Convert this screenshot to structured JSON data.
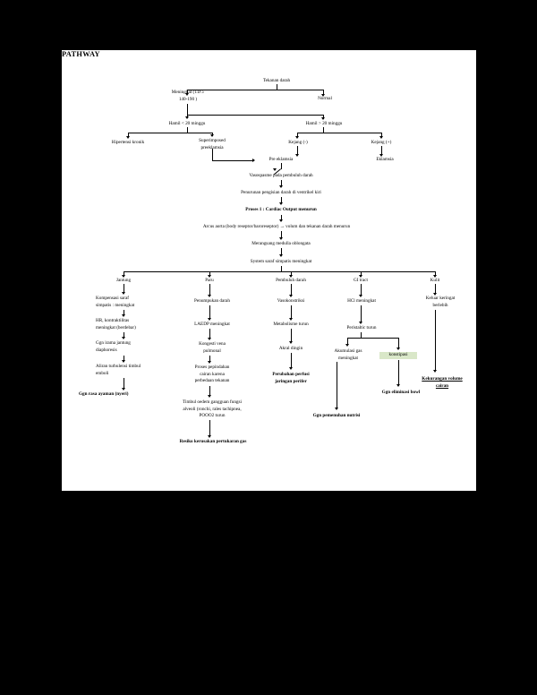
{
  "document": {
    "title": "PATHWAY",
    "page_background": "#000000",
    "sheet_background": "#ffffff",
    "highlight_color": "#d9e7c8"
  },
  "nodes": {
    "n01": "Tekanan darah",
    "n02": "Meningkat (TD ≥\n140-190 )",
    "n03": "Normal",
    "n04": "Hamil < 20 minggu",
    "n05": "Hamil > 20 minggu",
    "n06": "Hipertensi kronik",
    "n07": "Superimposed\npreeklamsia",
    "n08": "Kejang (-)",
    "n09": "Kejang (+)",
    "n10": "Pre eklamsia",
    "n11": "Eklamsia",
    "n12": "Vasospasme pada pembuluh darah",
    "n13": "Penurunan pengisian darah di ventrikel kiri",
    "n14": "Proses 1 : Cardiac Output  menurun",
    "n15": "Arcus aorta (body reseptor/baroreseptor) → volum dan tekanan darah menurun",
    "n16": "Merangsang medulla oblongata",
    "n17": "System saraf simpatis meningkat",
    "n18": "Jantung",
    "n19": "Paru",
    "n20": "Pembuluh darah",
    "n21": "GI tract",
    "n22": "Kulit",
    "n23": "Kompensasi saraf\nsimpatis : meningkat",
    "n24": "HR, kontraktilitas\nmeningkat (berdebar)",
    "n25": "Ggn irama jantung\ndiaphoresis",
    "n26": "Aliran turbulensi timbul\nemboli",
    "n27": "Ggn rasa ayaman (nyeri)",
    "n28": "Penumpukan darah",
    "n29": "LAEDP meningkat",
    "n30": "Kongesti vena\npulmonal",
    "n31": "Proses pepindahan\ncairan karena\nperbedaan tekanan",
    "n32": "Timbul oedem gangguan fungsi\nalveoli (ronchi, rales tachipnea,\nPOOO2 turun",
    "n33": "Resiko kerusakan pertukaran gas",
    "n34": "Vasokonstriksi",
    "n35": "Metabolisme turun",
    "n36": "Akral dingin",
    "n37": "Perubahan perfusi\njaringan perifer",
    "n38": "HCl meningkat",
    "n39": "Peristaltic turun",
    "n40": "Akumulasi gas\nmeningkat",
    "n41": "konstipasi",
    "n42": "Ggn eliminasi bowl",
    "n43": "Ggn pemenuhan nutrisi",
    "n44": "Keluar keringat\nberlebih",
    "n45": "Kekurangan  volume\ncairan"
  }
}
